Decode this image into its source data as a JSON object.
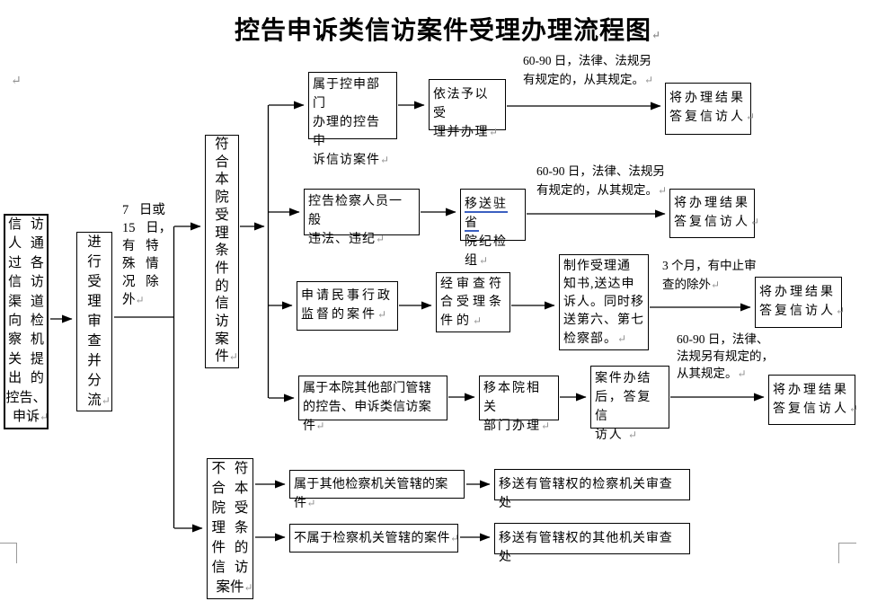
{
  "meta": {
    "pilcrow": "↵"
  },
  "title": "控告申诉类信访案件受理办理流程图",
  "left": {
    "source_box": "信 访\n人 通\n过 各\n信 访\n渠 道\n向 检\n察 机\n关 提\n出 的\n控告、\n申诉",
    "triage_box": "进\n行\n受\n理\n审\n查\n并\n分\n流",
    "time_note": "7 日或\n15 日，\n有 特\n殊 情\n况 除\n外",
    "qualified_box": "符\n合\n本\n院\n受\n理\n条\n件\n的\n信\n访\n案\n件",
    "unqualified_box": "不 符\n合 本\n院 受\n理 条\n件 的\n信 访\n案件"
  },
  "branches": {
    "row1": {
      "step1": "属于控申部门\n办理的控告申\n诉信访案件",
      "step2": "依法予以受\n理并办理",
      "note": "60-90 日，法律、法规另\n有规定的，从其规定。",
      "result": "将办理结果\n答复信访人"
    },
    "row2": {
      "step1": "控告检察人员一般\n违法、违纪",
      "step2_underlined": "移送驻省",
      "step2_rest": "院纪检组",
      "note": "60-90 日，法律、法规另\n有规定的，从其规定。",
      "result": "将办理结果\n答复信访人"
    },
    "row3": {
      "step1": "申请民事行政\n监督的案件",
      "step2": "经审查符\n合受理条\n件的",
      "step3": "制作受理通\n知书,送达申\n诉人。同时移\n送第六、第七\n检察部。",
      "note": "3 个月，有中止审\n查的除外",
      "result": "将办理结果\n答复信访人"
    },
    "row4": {
      "step1": "属于本院其他部门管辖\n的控告、申诉类信访案件",
      "step2": "移本院相关\n部门办理",
      "step3": "案件办结\n后，答复信\n访人 ",
      "note": "60-90 日，法律、\n法规另有规定的，\n从其规定。",
      "result": "将办理结果\n答复信访人"
    },
    "row5": {
      "step1": "属于其他检察机关管辖的案件",
      "result": "移送有管辖权的检察机关审查处"
    },
    "row6": {
      "step1": "不属于检察机关管辖的案件",
      "result": "移送有管辖权的其他机关审查处"
    }
  },
  "colors": {
    "underline": "#3b5fc0",
    "pilcrow": "#8f8f8f",
    "corner_mark": "#9a9a9a"
  }
}
